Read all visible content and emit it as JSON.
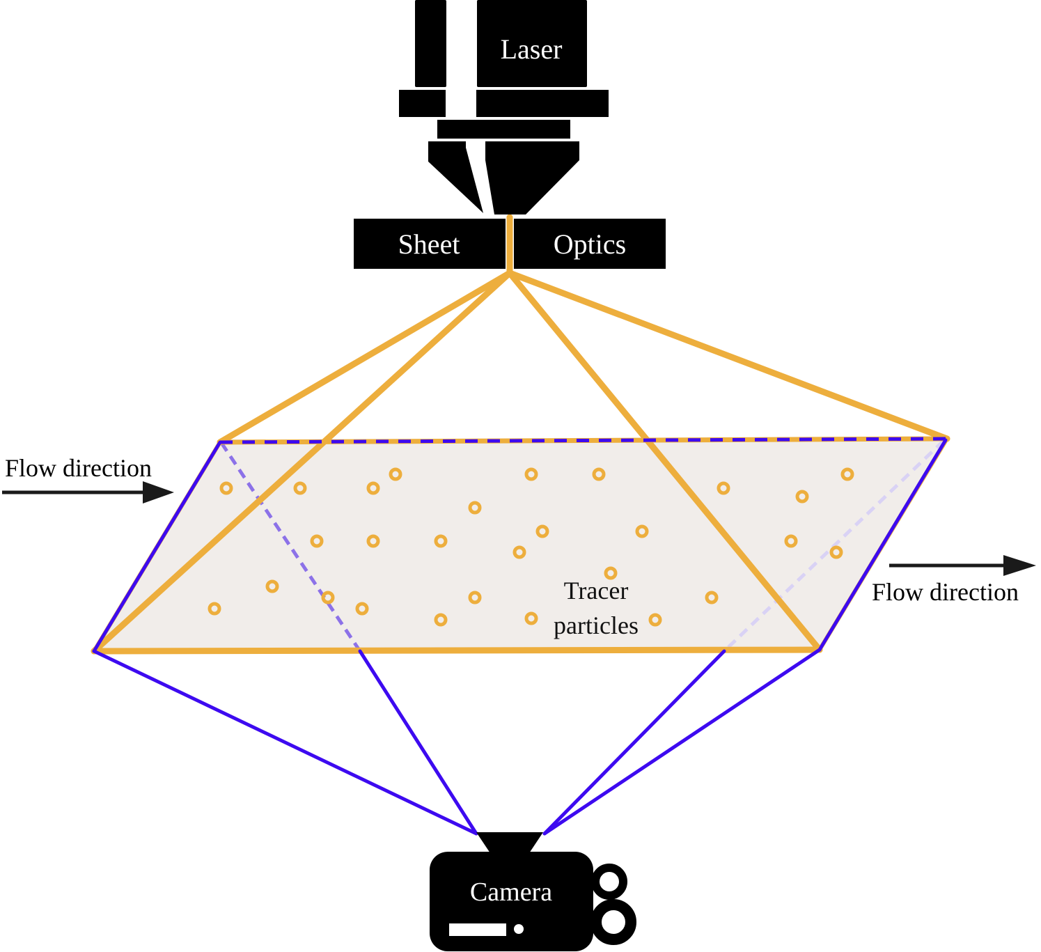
{
  "labels": {
    "laser": "Laser",
    "sheet": "Sheet",
    "optics": "Optics",
    "flow_left": "Flow direction",
    "flow_right": "Flow direction",
    "tracer_line1": "Tracer",
    "tracer_line2": "particles",
    "camera": "Camera"
  },
  "colors": {
    "laser_sheet": "#EDAE3D",
    "camera_view": "#3D0AF0",
    "device": "#000000",
    "plane_fill": "#F1EDEA",
    "arrow": "#1A1A1A"
  },
  "icons": {
    "laser": "laser-source-icon",
    "camera": "camera-icon",
    "particle": "tracer-particle-icon"
  }
}
